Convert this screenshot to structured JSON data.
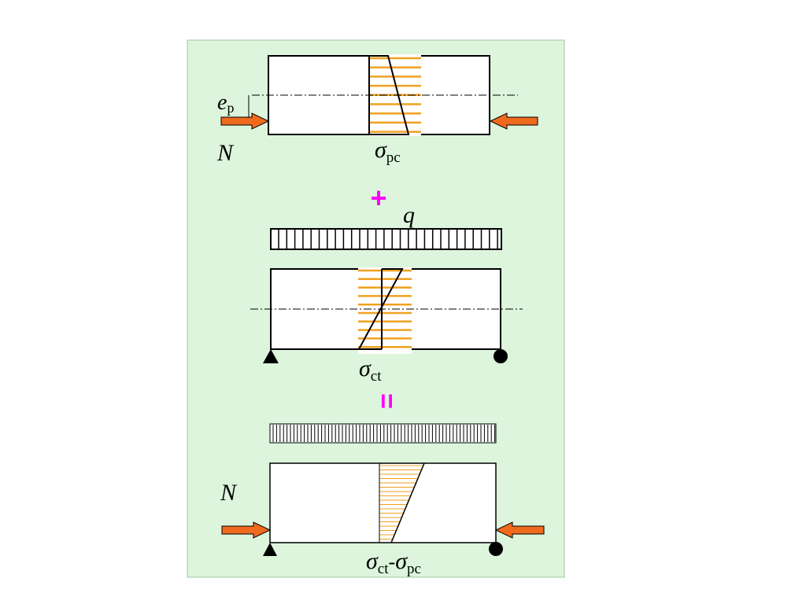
{
  "colors": {
    "panel_bg": "#dcf5dc",
    "panel_border": "#a0c8a0",
    "hatch": "#f0a020",
    "arrow_fill": "#f06a1e",
    "operator": "#ff00ff",
    "outline": "#000000"
  },
  "stage1": {
    "eccentricity_symbol": "e",
    "eccentricity_subscript": "p",
    "force_symbol": "N",
    "stress_symbol": "σ",
    "stress_subscript": "pc"
  },
  "plus_operator": "+",
  "stage2": {
    "load_symbol": "q",
    "stress_symbol": "σ",
    "stress_subscript": "ct"
  },
  "equals_operator": "=",
  "stage3": {
    "force_symbol": "N",
    "stress_symbol_1": "σ",
    "stress_subscript_1": "ct",
    "stress_dash": "-",
    "stress_symbol_2": "σ",
    "stress_subscript_2": "pc"
  }
}
